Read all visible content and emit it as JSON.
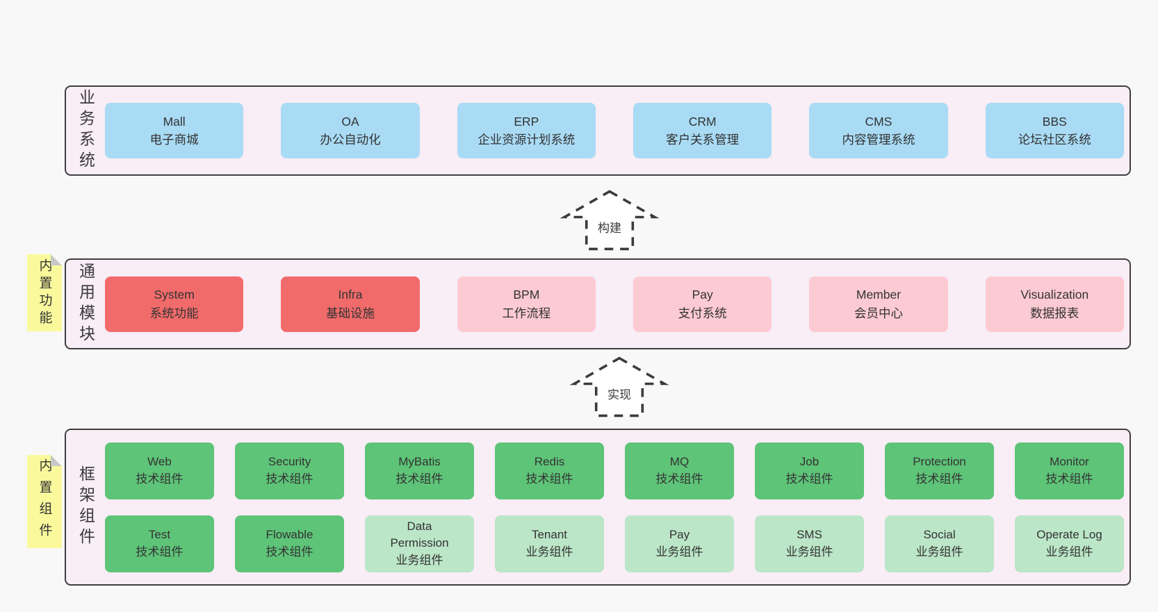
{
  "colors": {
    "page_bg": "#f8f8f8",
    "band_bg": "#f9edf6",
    "band_border": "#3f3f3f",
    "blue_box": "#a9dbf5",
    "red_box": "#f26b6b",
    "pink_box": "#fccad3",
    "green_box": "#5ec478",
    "light_green_box": "#bbe6c7",
    "note_bg": "#fafa9d",
    "note_fold": "#c8c8c8",
    "text": "#333333"
  },
  "layers": {
    "business": {
      "label": "业务系统",
      "boxes": [
        {
          "name": "Mall",
          "subtitle": "电子商城"
        },
        {
          "name": "OA",
          "subtitle": "办公自动化"
        },
        {
          "name": "ERP",
          "subtitle": "企业资源计划系统"
        },
        {
          "name": "CRM",
          "subtitle": "客户关系管理"
        },
        {
          "name": "CMS",
          "subtitle": "内容管理系统"
        },
        {
          "name": "BBS",
          "subtitle": "论坛社区系统"
        }
      ]
    },
    "modules": {
      "label": "通用模块",
      "note": "内置功能",
      "boxes": [
        {
          "name": "System",
          "subtitle": "系统功能",
          "variant": "red"
        },
        {
          "name": "Infra",
          "subtitle": "基础设施",
          "variant": "red"
        },
        {
          "name": "BPM",
          "subtitle": "工作流程",
          "variant": "pink"
        },
        {
          "name": "Pay",
          "subtitle": "支付系统",
          "variant": "pink"
        },
        {
          "name": "Member",
          "subtitle": "会员中心",
          "variant": "pink"
        },
        {
          "name": "Visualization",
          "subtitle": "数据报表",
          "variant": "pink"
        }
      ]
    },
    "components": {
      "label": "框架组件",
      "note": "内置组件",
      "row1": [
        {
          "name": "Web",
          "subtitle": "技术组件",
          "variant": "green"
        },
        {
          "name": "Security",
          "subtitle": "技术组件",
          "variant": "green"
        },
        {
          "name": "MyBatis",
          "subtitle": "技术组件",
          "variant": "green"
        },
        {
          "name": "Redis",
          "subtitle": "技术组件",
          "variant": "green"
        },
        {
          "name": "MQ",
          "subtitle": "技术组件",
          "variant": "green"
        },
        {
          "name": "Job",
          "subtitle": "技术组件",
          "variant": "green"
        },
        {
          "name": "Protection",
          "subtitle": "技术组件",
          "variant": "green"
        },
        {
          "name": "Monitor",
          "subtitle": "技术组件",
          "variant": "green"
        }
      ],
      "row2": [
        {
          "name": "Test",
          "subtitle": "技术组件",
          "variant": "green"
        },
        {
          "name": "Flowable",
          "subtitle": "技术组件",
          "variant": "green"
        },
        {
          "name": "Data Permission",
          "subtitle": "业务组件",
          "variant": "light-green"
        },
        {
          "name": "Tenant",
          "subtitle": "业务组件",
          "variant": "light-green"
        },
        {
          "name": "Pay",
          "subtitle": "业务组件",
          "variant": "light-green"
        },
        {
          "name": "SMS",
          "subtitle": "业务组件",
          "variant": "light-green"
        },
        {
          "name": "Social",
          "subtitle": "业务组件",
          "variant": "light-green"
        },
        {
          "name": "Operate Log",
          "subtitle": "业务组件",
          "variant": "light-green"
        }
      ]
    }
  },
  "arrows": {
    "build": {
      "label": "构建"
    },
    "implement": {
      "label": "实现"
    }
  }
}
